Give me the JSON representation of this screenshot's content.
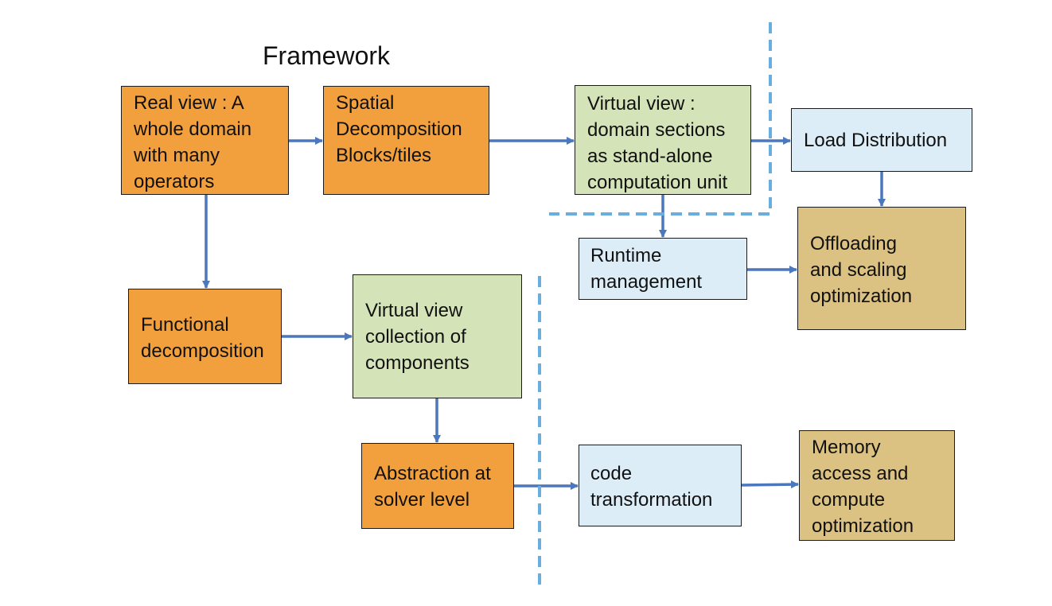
{
  "title": "Framework",
  "colors": {
    "arrow": "#4a77bd",
    "dashed_divider": "#6aaee0",
    "orange_box": "#f2a03d",
    "green_box": "#d5e3b8",
    "blue_box": "#ddedf8",
    "tan_box": "#dcc282"
  },
  "nodes": {
    "real_view": "Real view : A\nwhole domain\nwith many\noperators",
    "spatial": "Spatial\nDecomposition\nBlocks/tiles",
    "virtual_domain": "Virtual view :\ndomain sections\nas stand-alone\ncomputation unit",
    "load_distribution": "Load Distribution",
    "runtime": "Runtime\nmanagement",
    "offloading": "Offloading\nand scaling\noptimization",
    "functional": "Functional\ndecomposition",
    "virtual_components": "Virtual view\ncollection of\ncomponents",
    "abstraction": "Abstraction at\nsolver level",
    "code_transformation": "code\ntransformation",
    "memory_access": "Memory\naccess and\ncompute\noptimization"
  }
}
